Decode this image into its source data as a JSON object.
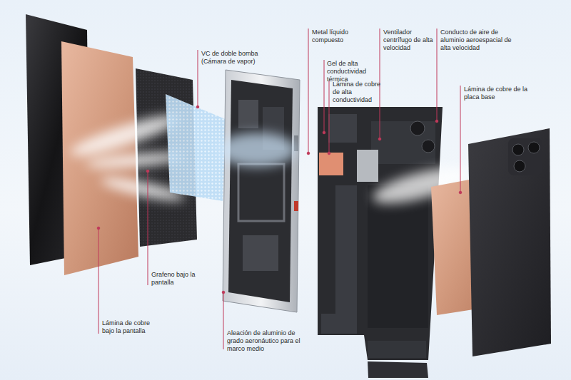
{
  "diagram": {
    "labels": [
      "VC de doble bomba (Cámara de vapor)",
      "Metal líquido compuesto",
      "Gel de alta conductividad térmica",
      "Lámina de cobre de alta conductividad",
      "Ventilador centrífugo de alta velocidad",
      "Conducto de aire de aluminio aeroespacial de alta velocidad",
      "Lámina de cobre de la placa base",
      "Grafeno bajo la pantalla",
      "Lámina de cobre bajo la pantalla",
      "Aleación de aluminio de grado aeronáutico para el marco medio"
    ]
  }
}
